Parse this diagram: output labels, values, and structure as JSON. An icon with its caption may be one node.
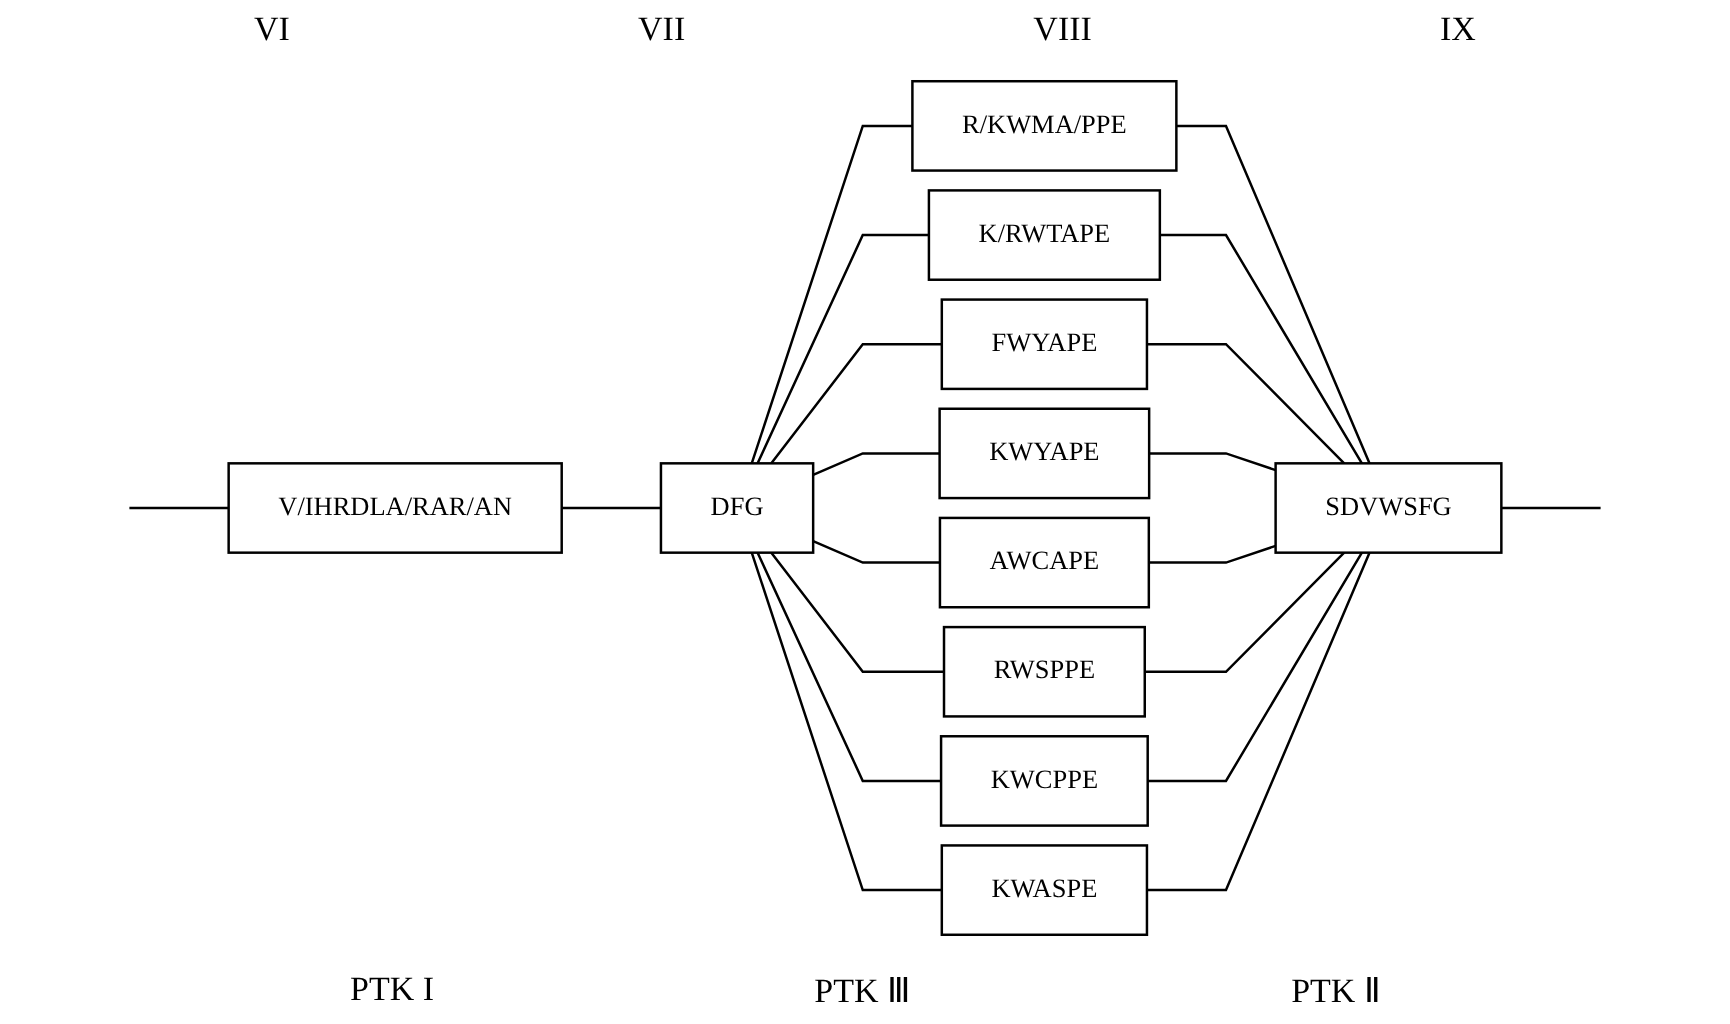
{
  "diagram": {
    "nodes": [
      {
        "text": [
          "V/IHRDLA/RAR/AN"
        ]
      },
      {
        "text": [
          "DFG"
        ]
      },
      {
        "text": [
          "R/KWMA/PPE"
        ]
      },
      {
        "text": [
          "K/RWTAPE"
        ]
      },
      {
        "text": [
          "FWYAPE"
        ]
      },
      {
        "text": [
          "KWYAPE"
        ]
      },
      {
        "text": [
          "AWCAPE"
        ]
      },
      {
        "text": [
          "RWSPPE"
        ]
      },
      {
        "text": [
          "KWCPPE"
        ]
      },
      {
        "text": [
          "KWASPE"
        ]
      },
      {
        "text": [
          "SDVWSFG"
        ]
      }
    ],
    "edges": [
      {
        "from": null,
        "to": 0,
        "arrow": "none"
      },
      {
        "from": 0,
        "to": 1,
        "arrow": "none"
      },
      {
        "from": 1,
        "to": 2,
        "arrow": "none"
      },
      {
        "from": 1,
        "to": 3,
        "arrow": "none"
      },
      {
        "from": 1,
        "to": 4,
        "arrow": "none"
      },
      {
        "from": 1,
        "to": 5,
        "arrow": "none"
      },
      {
        "from": 1,
        "to": 6,
        "arrow": "none"
      },
      {
        "from": 1,
        "to": 7,
        "arrow": "none"
      },
      {
        "from": 1,
        "to": 8,
        "arrow": "none"
      },
      {
        "from": 1,
        "to": 9,
        "arrow": "none"
      },
      {
        "from": 2,
        "to": 10,
        "arrow": "none"
      },
      {
        "from": 3,
        "to": 10,
        "arrow": "none"
      },
      {
        "from": 4,
        "to": 10,
        "arrow": "none"
      },
      {
        "from": 5,
        "to": 10,
        "arrow": "none"
      },
      {
        "from": 6,
        "to": 10,
        "arrow": "none"
      },
      {
        "from": 7,
        "to": 10,
        "arrow": "none"
      },
      {
        "from": 8,
        "to": 10,
        "arrow": "none"
      },
      {
        "from": 9,
        "to": 10,
        "arrow": "none"
      },
      {
        "from": 10,
        "to": null,
        "arrow": "none"
      }
    ],
    "labels": [
      "VI",
      "VII",
      "VIII",
      "IX",
      "PTK I",
      "PTK Ⅲ",
      "PTK Ⅱ"
    ]
  }
}
